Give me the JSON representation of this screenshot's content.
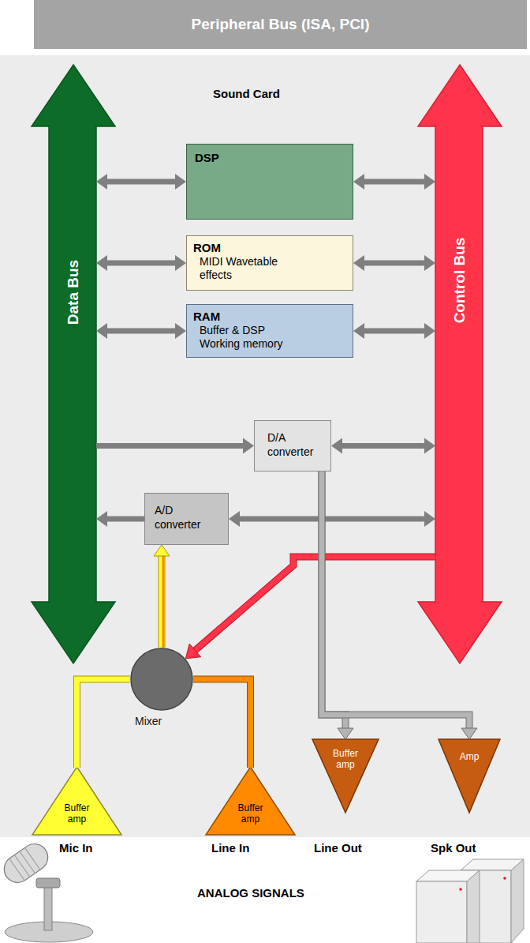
{
  "diagram": {
    "nodes": [
      {
        "text": [
          "Peripheral Bus (ISA, PCI)"
        ]
      },
      {
        "text": [
          "Sound Card"
        ]
      },
      {
        "text": [
          "Data Bus"
        ],
        "in": 1
      },
      {
        "text": [
          "Control Bus"
        ],
        "in": 1
      },
      {
        "text": [
          "DSP"
        ],
        "in": 1
      },
      {
        "text": [
          "ROM",
          "MIDI Wavetable effects"
        ],
        "in": 1
      },
      {
        "text": [
          "RAM",
          "Buffer & DSP Working memory"
        ],
        "in": 1
      },
      {
        "text": [
          "D/A converter"
        ],
        "in": 1
      },
      {
        "text": [
          "A/D converter"
        ],
        "in": 1
      },
      {
        "text": [
          "Mixer"
        ],
        "in": 1
      },
      {
        "text": [
          "Buffer amp"
        ],
        "in": 1
      },
      {
        "text": [
          "Buffer amp"
        ],
        "in": 1
      },
      {
        "text": [
          "Buffer amp"
        ],
        "in": 1
      },
      {
        "text": [
          "Amp"
        ],
        "in": 1
      }
    ],
    "edges": [
      {
        "from": 2,
        "to": 4,
        "arrow": "both"
      },
      {
        "from": 4,
        "to": 3,
        "arrow": "both"
      },
      {
        "from": 2,
        "to": 5,
        "arrow": "both"
      },
      {
        "from": 5,
        "to": 3,
        "arrow": "both"
      },
      {
        "from": 2,
        "to": 6,
        "arrow": "both"
      },
      {
        "from": 6,
        "to": 3,
        "arrow": "both"
      },
      {
        "from": 2,
        "to": 7,
        "arrow": "to"
      },
      {
        "from": 7,
        "to": 3,
        "arrow": "both"
      },
      {
        "from": 8,
        "to": 2,
        "arrow": "to"
      },
      {
        "from": 8,
        "to": 3,
        "arrow": "both"
      },
      {
        "from": 3,
        "to": 9,
        "arrow": "to"
      },
      {
        "from": 10,
        "to": 9,
        "arrow": "none"
      },
      {
        "from": 11,
        "to": 9,
        "arrow": "none"
      },
      {
        "from": 9,
        "to": 8,
        "arrow": "to"
      },
      {
        "from": 7,
        "to": 12,
        "arrow": "to"
      },
      {
        "from": 7,
        "to": 13,
        "arrow": "to"
      }
    ],
    "labels": [
      "Mic In",
      "Line In",
      "Line Out",
      "Spk Out",
      "ANALOG SIGNALS"
    ]
  }
}
